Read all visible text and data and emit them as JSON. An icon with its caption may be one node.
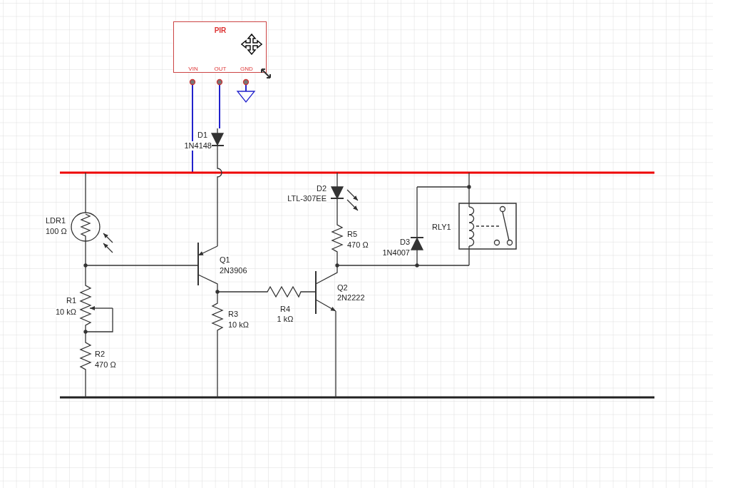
{
  "diagram": {
    "nodes": [
      {
        "text": [
          "PIR",
          "VIN",
          "OUT",
          "GND"
        ]
      }
    ],
    "labels": [
      "D1",
      "1N4148",
      "D2",
      "LTL-307EE",
      "LDR1",
      "100 Ω",
      "R5",
      "470 Ω",
      "RLY1",
      "D3",
      "1N4007",
      "Q1",
      "2N3906",
      "Q2",
      "2N2222",
      "R1",
      "10 kΩ",
      "R4",
      "1 kΩ",
      "R3",
      "10 kΩ",
      "R2",
      "470 Ω"
    ]
  }
}
